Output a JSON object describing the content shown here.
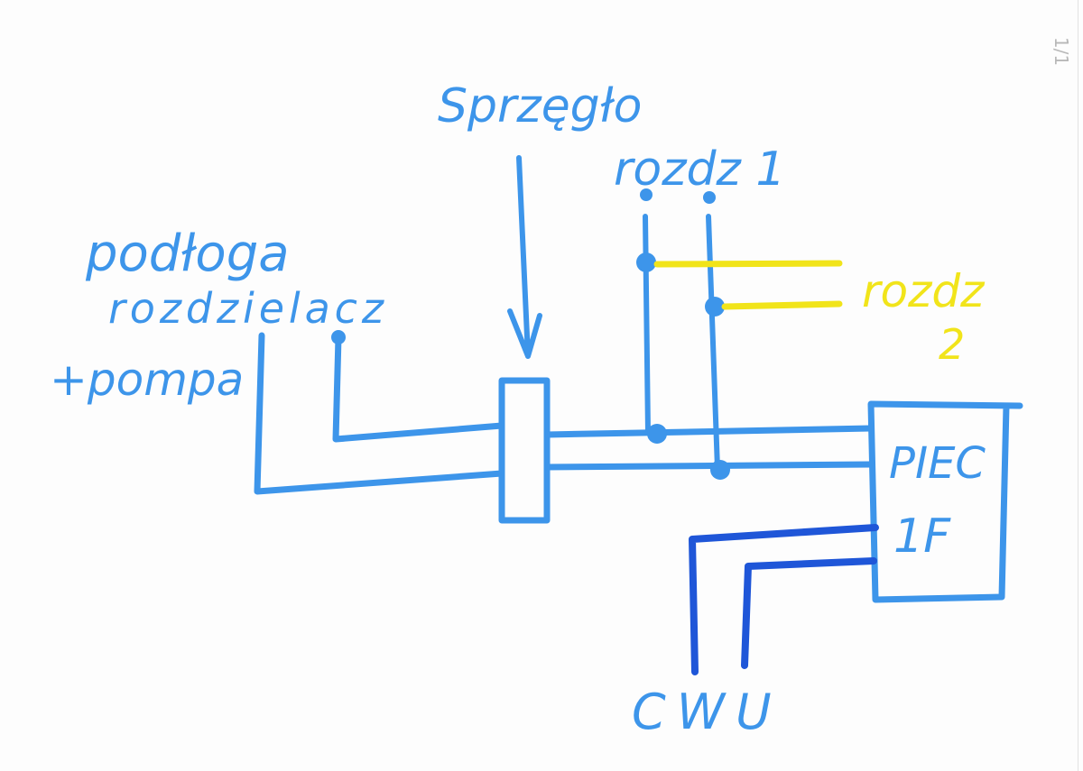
{
  "page_indicator": "1/1",
  "colors": {
    "blue": "#3d95ea",
    "dark_blue": "#1f56d8",
    "yellow": "#f1e41a"
  },
  "labels": {
    "floor_line1": "podłoga",
    "floor_line2": "rozdzielacz",
    "floor_line3": "+pompa",
    "coupler": "Sprzęgło",
    "manifold1": "rozdz 1",
    "manifold2_line1": "rozdz",
    "manifold2_line2": "2",
    "boiler_line1": "PIEC",
    "boiler_line2": "1F",
    "hot_water": "CWU"
  }
}
